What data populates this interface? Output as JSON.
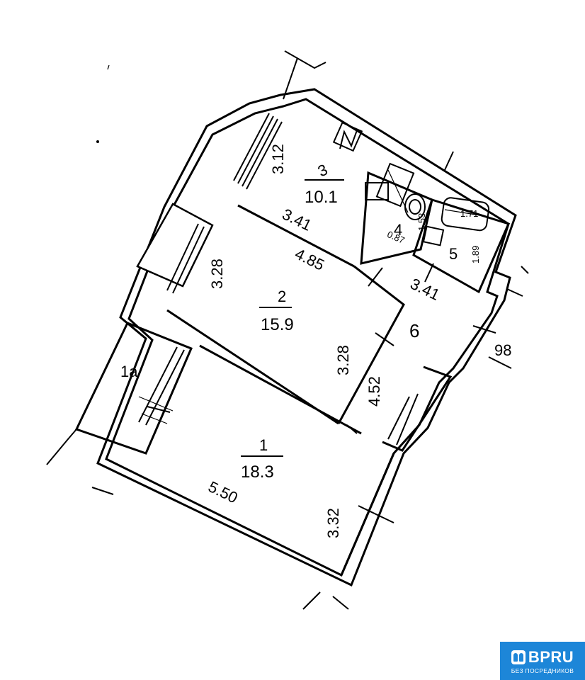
{
  "rooms": [
    {
      "number": "1",
      "area": "18.3"
    },
    {
      "number": "1a"
    },
    {
      "number": "2",
      "area": "15.9"
    },
    {
      "number": "3",
      "area": "10.1"
    },
    {
      "number": "4"
    },
    {
      "number": "5"
    },
    {
      "number": "6"
    }
  ],
  "dimensions": {
    "room1_length": "5.50",
    "room1_width": "3.32",
    "room2_length": "4.85",
    "room2_width_left": "3.28",
    "room2_width_right": "3.28",
    "room3_width": "3.12",
    "room3_length": "3.41",
    "hall_width": "3.41",
    "hall_length": "4.52",
    "bath_length": "1.71",
    "bath_width": "1.89",
    "wc_width": "1.53",
    "wc_length": "0.87",
    "edge": "98"
  },
  "logo": {
    "brand": "BPRU",
    "tagline": "БЕЗ ПОСРЕДНИКОВ",
    "color": "#1d86d8"
  }
}
